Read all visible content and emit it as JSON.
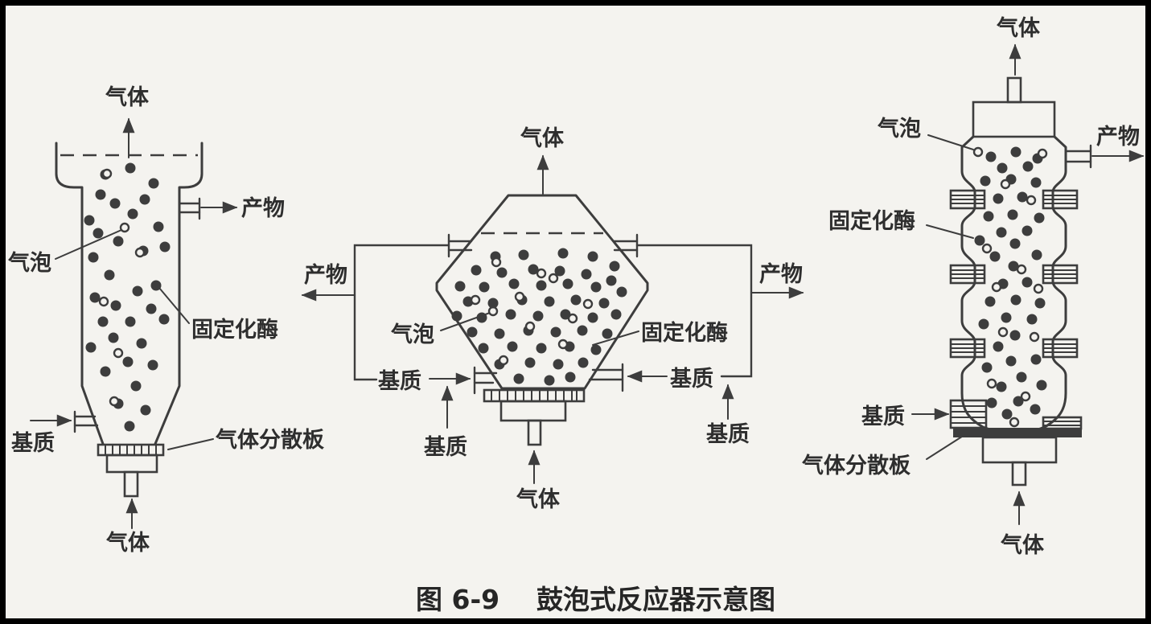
{
  "caption": {
    "figure_number": "图 6-9",
    "title": "鼓泡式反应器示意图"
  },
  "labels": {
    "gas": "气体",
    "product": "产物",
    "bubble": "气泡",
    "immobilized_enzyme": "固定化酶",
    "substrate": "基质",
    "gas_sparger_plate": "气体分散板"
  },
  "colors": {
    "line": "#3d3d3d",
    "paper": "#f4f3ef",
    "frame": "#000000"
  }
}
